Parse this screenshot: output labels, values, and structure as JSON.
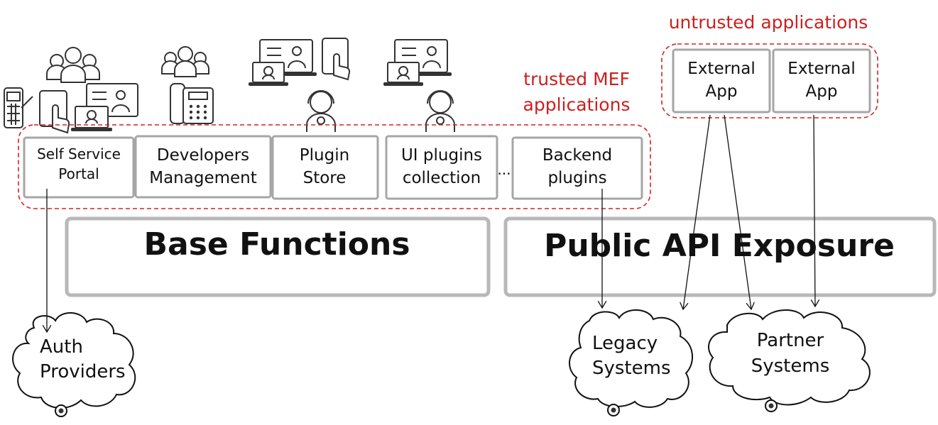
{
  "groups": {
    "trusted_title_line1": "trusted MEF",
    "trusted_title_line2": "applications",
    "untrusted_title": "untrusted applications"
  },
  "trusted_apps": [
    {
      "line1": "Self Service",
      "line2": "Portal"
    },
    {
      "line1": "Developers",
      "line2": "Management"
    },
    {
      "line1": "Plugin",
      "line2": "Store"
    },
    {
      "line1": "UI plugins",
      "line2": "collection"
    },
    {
      "line1": "Backend",
      "line2": "plugins"
    }
  ],
  "ellipsis": "...",
  "external_apps": [
    {
      "line1": "External",
      "line2": "App"
    },
    {
      "line1": "External",
      "line2": "App"
    }
  ],
  "layers": {
    "base": "Base Functions",
    "public_api": "Public API Exposure"
  },
  "systems": [
    {
      "line1": "Auth",
      "line2": "Providers"
    },
    {
      "line1": "Legacy",
      "line2": "Systems"
    },
    {
      "line1": "Partner",
      "line2": "Systems"
    }
  ],
  "colors": {
    "accent_red": "#cc1f1f",
    "box_border": "#a6a6a6"
  },
  "icons": [
    "mobile-phone-icon",
    "user-group-icon",
    "tablet-touch-icon",
    "laptop-agent-icon",
    "desk-phone-icon",
    "laptop-support-icon",
    "headset-agent-icon",
    "cloud-icon"
  ]
}
